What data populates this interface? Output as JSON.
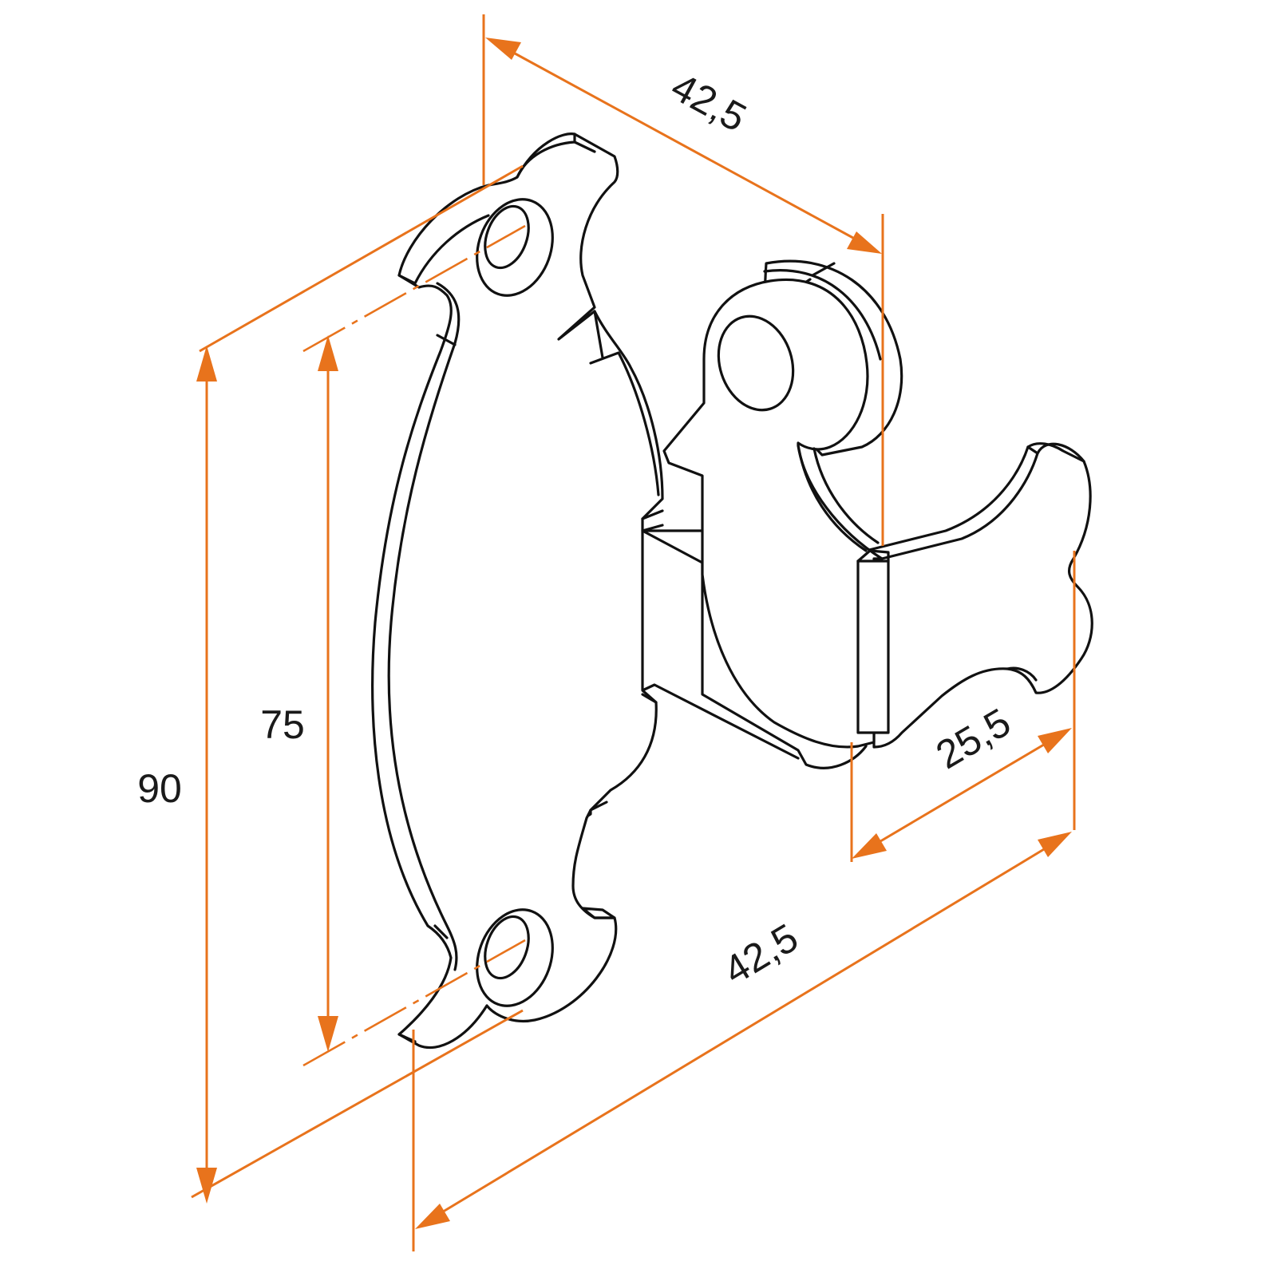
{
  "drawing": {
    "subject": "Double robe hook",
    "colors": {
      "dimension": "#e8731c",
      "outline": "#111111",
      "background": "#ffffff"
    },
    "dimensions": {
      "height_total": "90",
      "hole_spacing": "75",
      "depth_top": "42,5",
      "depth_bottom": "42,5",
      "hook_depth": "25,5"
    }
  }
}
